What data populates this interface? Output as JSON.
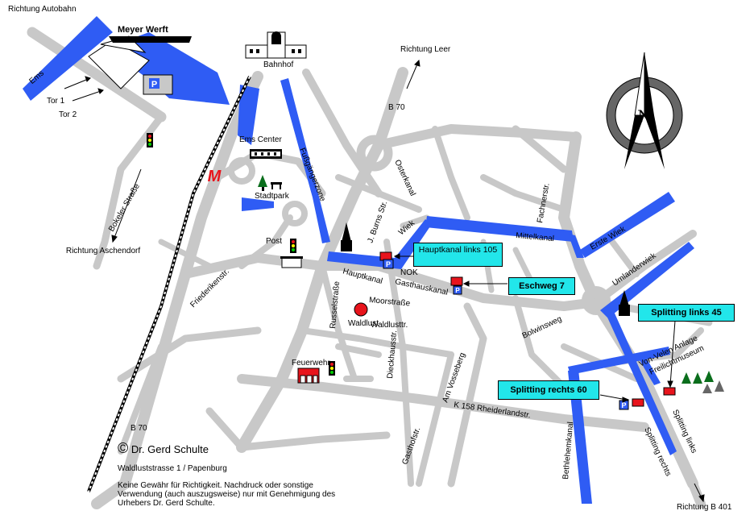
{
  "labels": {
    "richtung_autobahn": "Richtung Autobahn",
    "meyer_werft": "Meyer Werft",
    "bahnhof": "Bahnhof",
    "richtung_leer": "Richtung Leer",
    "b70_top": "B 70",
    "ems": "Ems",
    "tor1": "Tor 1",
    "tor2": "Tor 2",
    "ems_center": "Ems Center",
    "stadtpark": "Stadtpark",
    "fussgaengerzone": "Fußgängerzone",
    "osterkanal": "Osterkanal",
    "j_burns_str": "J. Burns Str.",
    "wiek": "Wiek",
    "fachnerstr": "Fachnerstr.",
    "erste_wiek": "Erste Wiek",
    "mittelkanal": "Mittelkanal",
    "umlanderwiek": "Umlanderwiek",
    "bokeler_strasse": "Bokeler Straße",
    "richtung_aschendorf": "Richtung Aschendorf",
    "post": "Post",
    "friederikenstr": "Friederikenstr.",
    "hauptkanal": "Hauptkanal",
    "gasthauskanal": "Gasthauskanal",
    "moorstrasse": "Moorstraße",
    "waldlust": "Waldlust",
    "waldluststr": "Waldlusttr.",
    "russelstrasse": "Russelstraße",
    "dieckhausstr": "Dieckhausstr.",
    "am_vosseberg": "Am Vosseberg",
    "bolwinsweg": "Bolwinsweg",
    "von_velen": "Von-Velen Anlage",
    "freilichtmuseum": "Freilichtmuseum",
    "feuerwehr": "Feuerwehr",
    "b70_bottom": "B 70",
    "k158": "K 158 Rheiderlandstr.",
    "gasthofstr": "Gasthofstr.",
    "bethlehemkanal": "Bethlehemkanal",
    "splitting_links_road": "Splitting links",
    "splitting_rechts_road": "Splitting rechts",
    "richtung_b401": "Richtung B 401",
    "nok": "NOK",
    "compass_n": "N"
  },
  "callouts": {
    "hauptkanal_links": "Hauptkanal links 105",
    "eschweg": "Eschweg 7",
    "splitting_links": "Splitting links 45",
    "splitting_rechts": "Splitting rechts 60"
  },
  "parking_sign": "P",
  "mcdonalds_sign": "M",
  "copyright": {
    "symbol": "©",
    "author": "Dr. Gerd Schulte",
    "address": "Waldluststrasse 1 / Papenburg",
    "disclaimer": "Keine Gewähr für Richtigkeit. Nachdruck oder sonstige Verwendung (auch auszugsweise) nur mit Genehmigung des Urhebers Dr. Gerd Schulte."
  },
  "colors": {
    "water": "#2f5cf4",
    "road": "#c8c8c8",
    "callout": "#22e6ea",
    "marker": "#e8141c"
  }
}
